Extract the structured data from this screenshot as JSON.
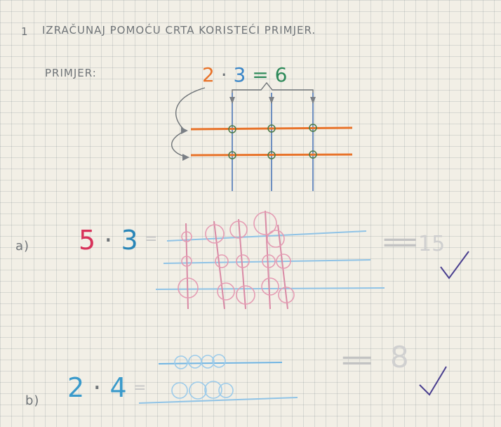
{
  "task": {
    "number": "1",
    "instruction": "IZRAČUNAJ POMOĆU CRTA KORISTEĆI PRIMJER."
  },
  "example": {
    "label": "PRIMJER:",
    "factor_a": "2",
    "dot": "·",
    "factor_b": "3",
    "equals": "=",
    "result": "6"
  },
  "problem_a": {
    "label": "a)",
    "factor_a": "5",
    "dot": "·",
    "factor_b": "3",
    "equals": "=",
    "answer_equals": "=",
    "answer": "15"
  },
  "problem_b": {
    "label": "b)",
    "factor_a": "2",
    "dot": "·",
    "factor_b": "4",
    "equals": "=",
    "answer_equals": "=",
    "answer": "8"
  },
  "colors": {
    "paper": "#f2efe6",
    "pencil": "#6f7478",
    "orange": "#e8732a",
    "blue": "#3a86c8",
    "pink": "#d8325a",
    "green": "#2e8a5a",
    "light_blue": "#8fc3e6",
    "light_pink": "#e9a3b8",
    "purple_check": "#4a3f8f"
  }
}
